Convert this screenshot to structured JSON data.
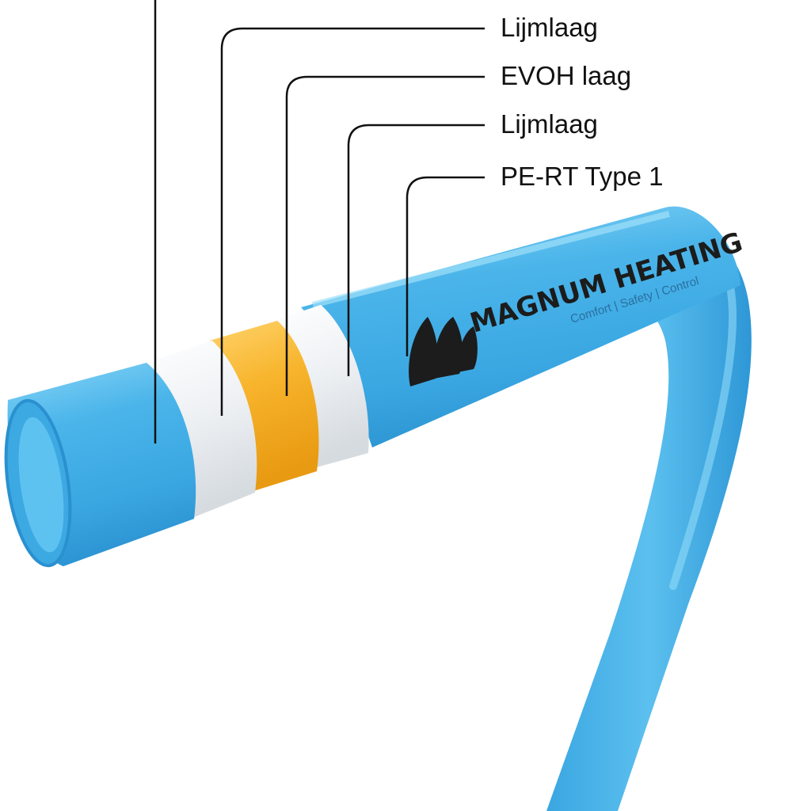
{
  "labels": [
    {
      "text": "Lijmlaag"
    },
    {
      "text": "EVOH laag"
    },
    {
      "text": "Lijmlaag"
    },
    {
      "text": "PE-RT Type 1"
    }
  ],
  "brand": {
    "name": "MAGNUM HEATING",
    "tagline": "Comfort | Safety | Control"
  },
  "colors": {
    "pipe_blue": "#4bb5ea",
    "pipe_blue_dark": "#2f9fdc",
    "pipe_blue_light": "#7fd0f5",
    "adhesive_white": "#eef1f4",
    "evoh_orange": "#f7b42c",
    "leader_line": "#111111",
    "brand_text": "#1c1c1c",
    "tagline_text": "#2a6fa0"
  }
}
